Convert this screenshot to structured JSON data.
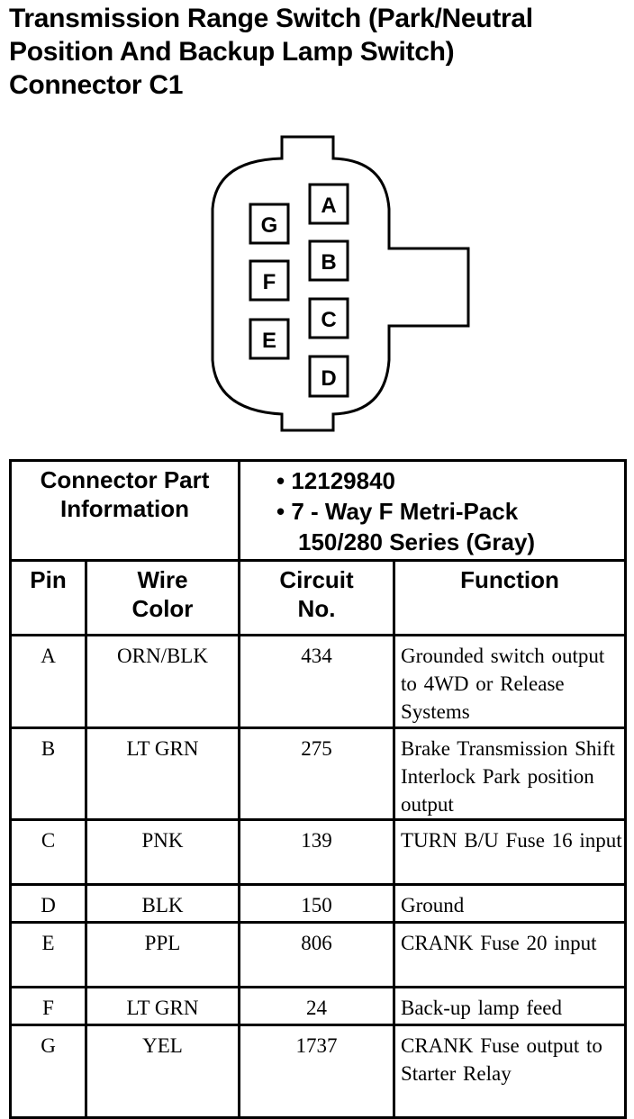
{
  "title": {
    "line1": "Transmission Range Switch (Park/Neutral",
    "line2": "Position And Backup Lamp Switch)",
    "line3": "Connector C1"
  },
  "connector": {
    "pins": [
      "A",
      "B",
      "C",
      "D",
      "E",
      "F",
      "G"
    ]
  },
  "info": {
    "label_line1": "Connector Part",
    "label_line2": "Information",
    "part_number": "12129840",
    "type_line1": "7 - Way F Metri-Pack",
    "type_line2": "150/280 Series (Gray)"
  },
  "headers": {
    "pin": "Pin",
    "wire_color_1": "Wire",
    "wire_color_2": "Color",
    "circuit_1": "Circuit",
    "circuit_2": "No.",
    "function": "Function"
  },
  "rows": [
    {
      "pin": "A",
      "color": "ORN/BLK",
      "circuit": "434",
      "function": "Grounded switch output to 4WD or Release Systems"
    },
    {
      "pin": "B",
      "color": "LT GRN",
      "circuit": "275",
      "function": "Brake Transmission Shift Interlock Park position output"
    },
    {
      "pin": "C",
      "color": "PNK",
      "circuit": "139",
      "function": "TURN B/U Fuse 16 input"
    },
    {
      "pin": "D",
      "color": "BLK",
      "circuit": "150",
      "function": "Ground"
    },
    {
      "pin": "E",
      "color": "PPL",
      "circuit": "806",
      "function": "CRANK Fuse 20 input"
    },
    {
      "pin": "F",
      "color": "LT GRN",
      "circuit": "24",
      "function": "Back-up lamp feed"
    },
    {
      "pin": "G",
      "color": "YEL",
      "circuit": "1737",
      "function": "CRANK Fuse output to Starter Relay"
    }
  ]
}
